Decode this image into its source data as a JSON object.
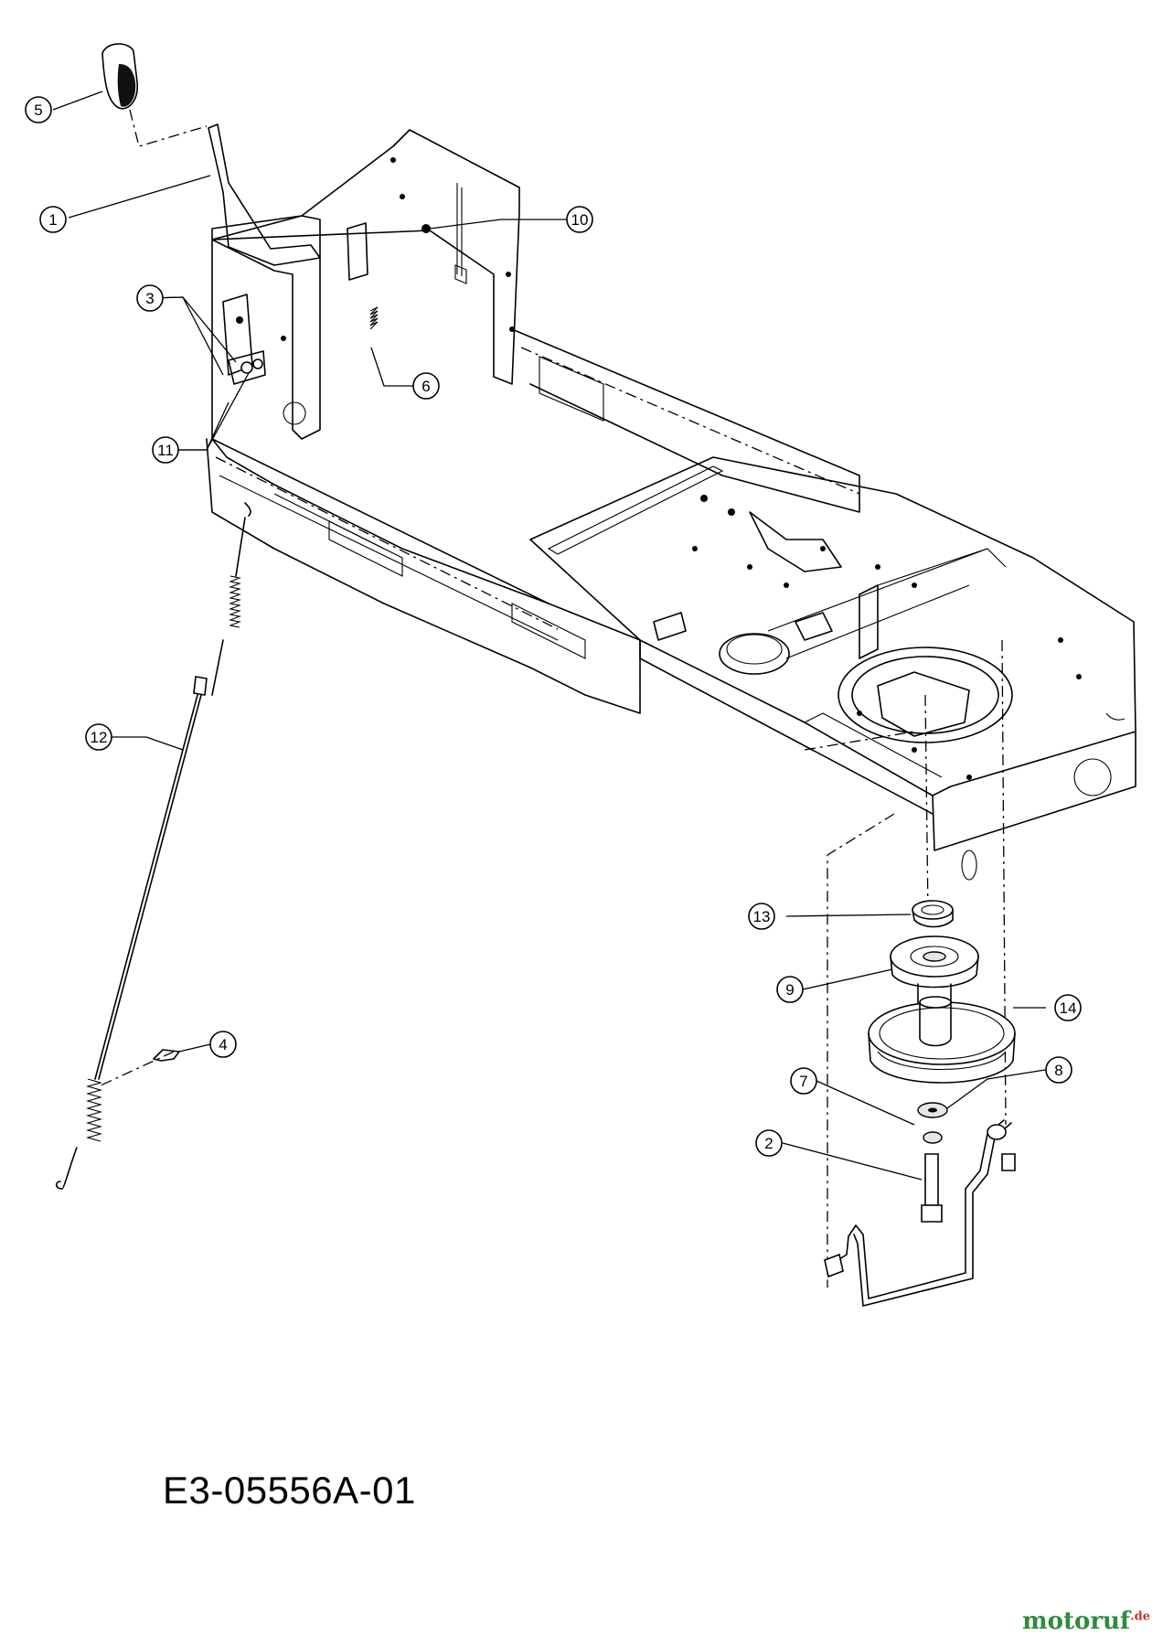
{
  "drawing_code": "E3-05556A-01",
  "watermark": {
    "brand": "motoruf",
    "suffix": ".de"
  },
  "callouts": [
    "1",
    "2",
    "3",
    "4",
    "5",
    "6",
    "7",
    "8",
    "9",
    "10",
    "11",
    "12",
    "13",
    "14"
  ]
}
